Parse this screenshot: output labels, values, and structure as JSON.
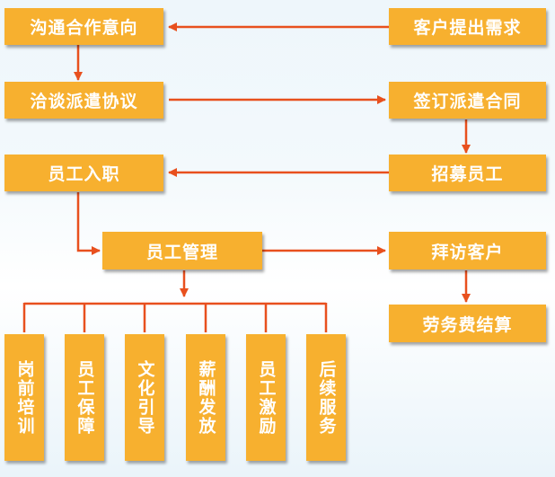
{
  "colors": {
    "box": "#f7b02f",
    "line": "#e8501e",
    "text": "#ffffff"
  },
  "nodes": {
    "n1": "沟通合作意向",
    "n2": "客户提出需求",
    "n3": "洽谈派遣协议",
    "n4": "签订派遣合同",
    "n5": "员工入职",
    "n6": "招募员工",
    "n7": "员工管理",
    "n8": "拜访客户",
    "n9": "劳务费结算"
  },
  "sub_items": [
    "岗前培训",
    "员工保障",
    "文化引导",
    "薪酬发放",
    "员工激励",
    "后续服务"
  ]
}
